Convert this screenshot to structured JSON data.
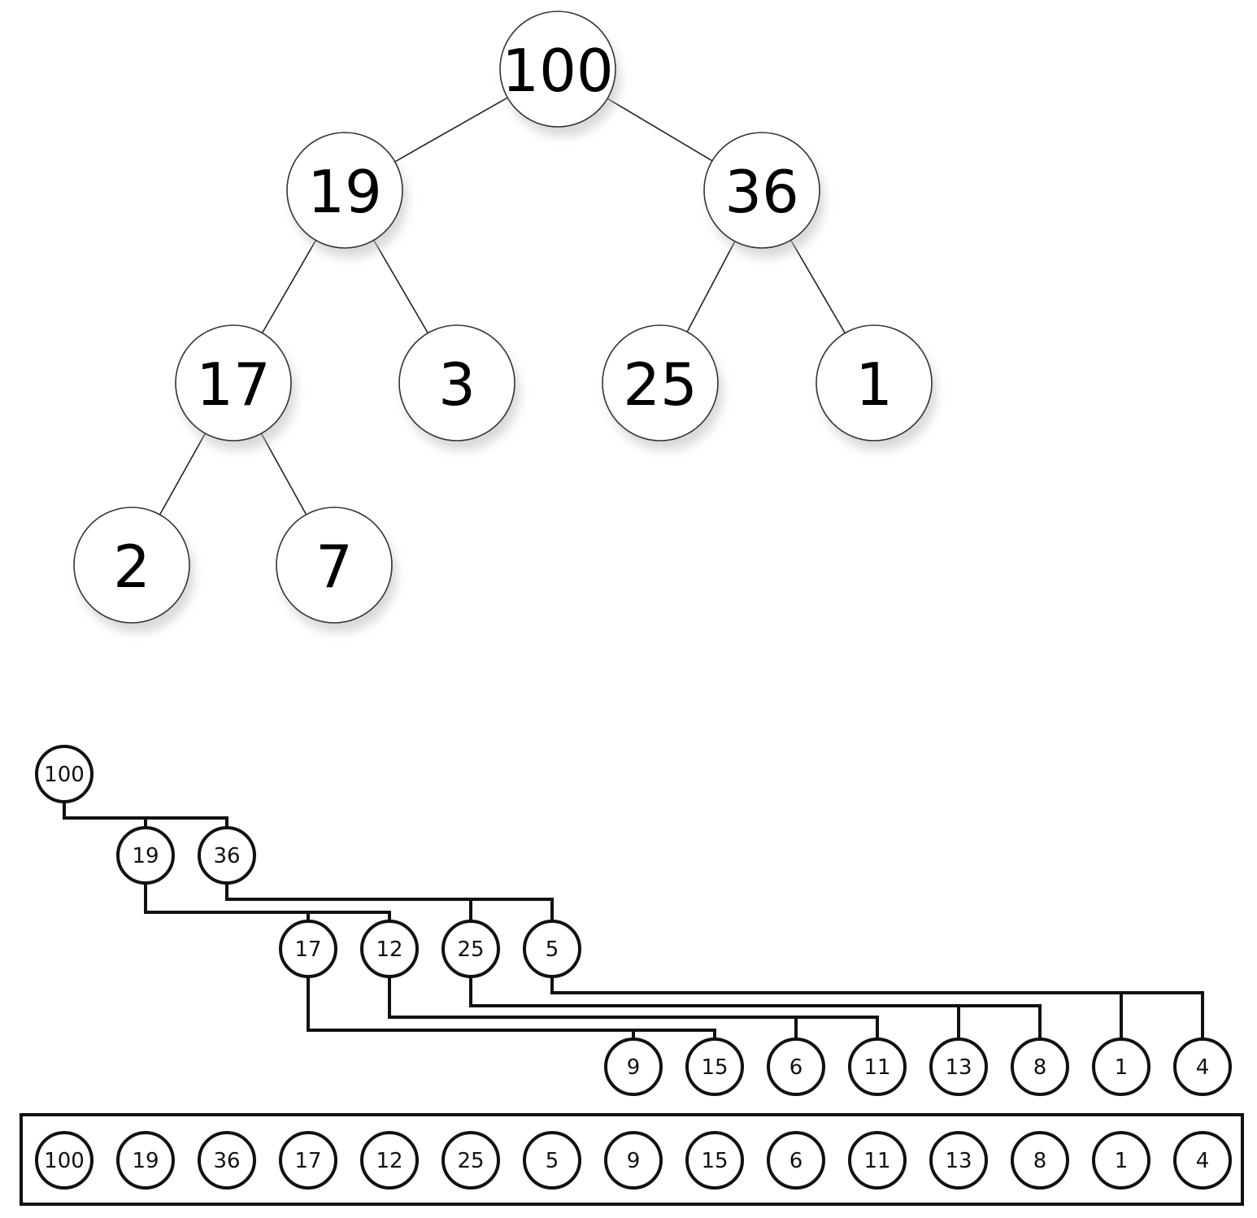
{
  "tree": {
    "nodes": [
      {
        "id": "n0",
        "label": "100"
      },
      {
        "id": "n1",
        "label": "19"
      },
      {
        "id": "n2",
        "label": "36"
      },
      {
        "id": "n3",
        "label": "17"
      },
      {
        "id": "n4",
        "label": "3"
      },
      {
        "id": "n5",
        "label": "25"
      },
      {
        "id": "n6",
        "label": "1"
      },
      {
        "id": "n7",
        "label": "2"
      },
      {
        "id": "n8",
        "label": "7"
      }
    ],
    "edges": [
      [
        "n0",
        "n1"
      ],
      [
        "n0",
        "n2"
      ],
      [
        "n1",
        "n3"
      ],
      [
        "n1",
        "n4"
      ],
      [
        "n2",
        "n5"
      ],
      [
        "n2",
        "n6"
      ],
      [
        "n3",
        "n7"
      ],
      [
        "n3",
        "n8"
      ]
    ]
  },
  "array_tree": {
    "nodes": [
      "100",
      "19",
      "36",
      "17",
      "12",
      "25",
      "5",
      "9",
      "15",
      "6",
      "11",
      "13",
      "8",
      "1",
      "4"
    ],
    "levels": [
      [
        0
      ],
      [
        1,
        2
      ],
      [
        3,
        4,
        5,
        6
      ],
      [
        7,
        8,
        9,
        10,
        11,
        12,
        13,
        14
      ]
    ]
  },
  "array": {
    "values": [
      "100",
      "19",
      "36",
      "17",
      "12",
      "25",
      "5",
      "9",
      "15",
      "6",
      "11",
      "13",
      "8",
      "1",
      "4"
    ]
  }
}
